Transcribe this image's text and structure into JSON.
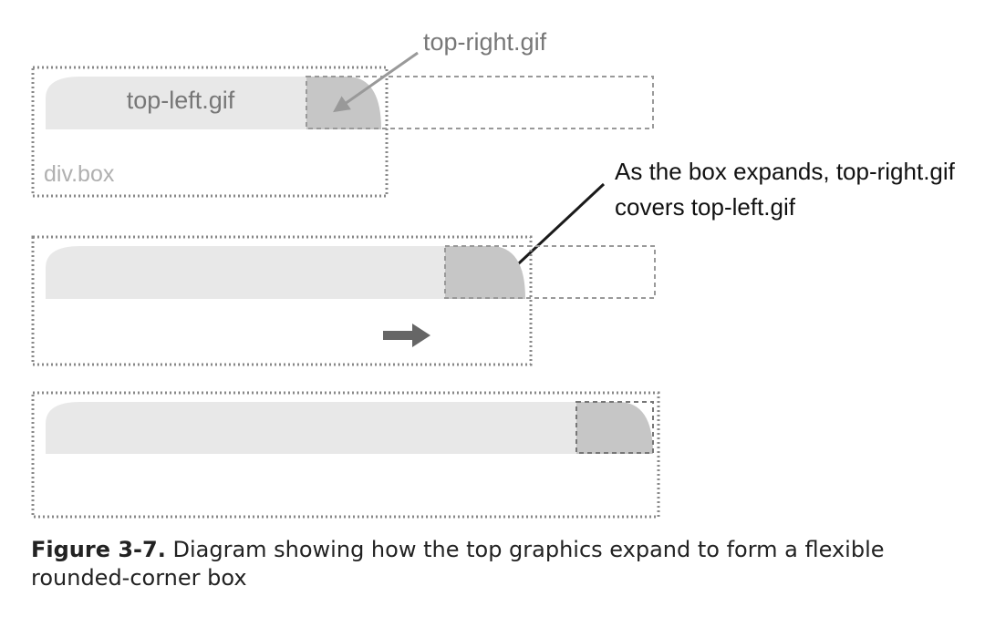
{
  "labels": {
    "top_right_gif": "top-right.gif",
    "top_left_gif": "top-left.gif",
    "div_box": "div.box",
    "annotation_line1": "As the box expands, top-right.gif",
    "annotation_line2": "covers top-left.gif"
  },
  "caption": {
    "label": "Figure 3-7.",
    "text": "Diagram showing how the top graphics expand to form a flexible rounded-corner box"
  },
  "colors": {
    "bar_fill": "#e8e8e8",
    "corner_fill": "#c6c6c6",
    "dashed_border": "#999999",
    "outline_dotted": "#888888",
    "arrow_gray": "#999999",
    "arrow_dark": "#1a1a1a",
    "label_gray": "#777777",
    "div_label_gray": "#b0b0b0"
  }
}
